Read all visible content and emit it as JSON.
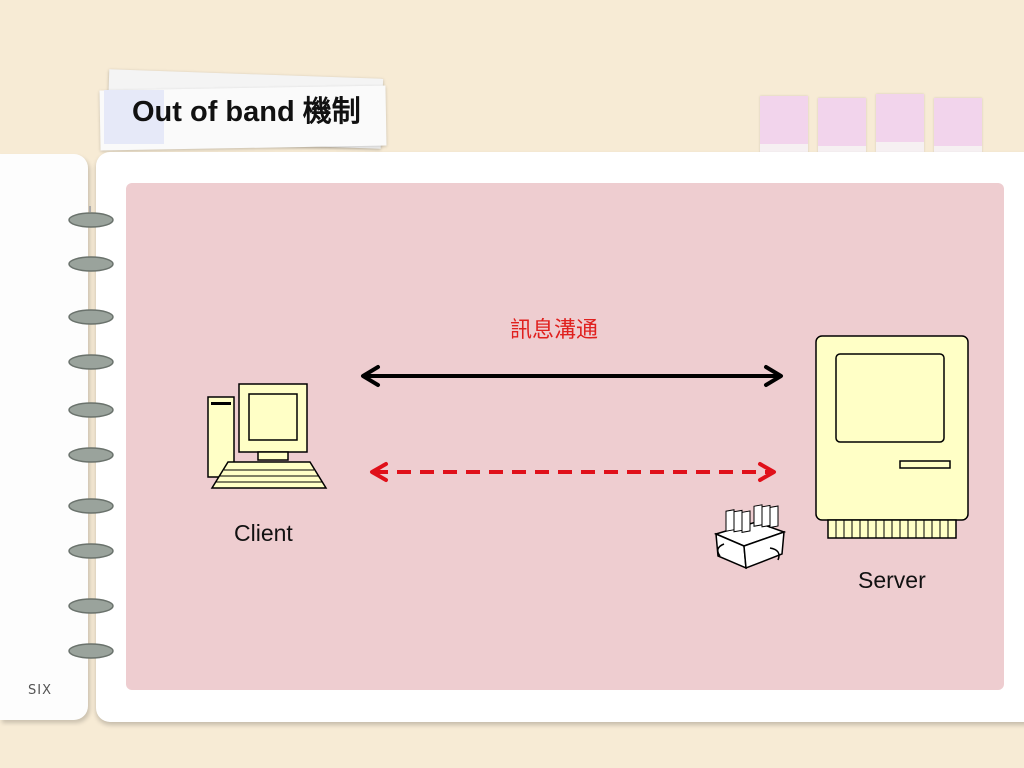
{
  "slide": {
    "title": "Out of band 機制",
    "page_tag": "SIX"
  },
  "diagram": {
    "message_label": "訊息溝通",
    "client_label": "Client",
    "server_label": "Server",
    "links": [
      {
        "from": "Client",
        "to": "Server",
        "style": "solid",
        "color": "#000000",
        "direction": "bidirectional"
      },
      {
        "from": "Client",
        "to": "Server",
        "style": "dashed",
        "color": "#e0101a",
        "direction": "bidirectional"
      }
    ]
  },
  "colors": {
    "background": "#f7ebd5",
    "content_area": "#eecdd0",
    "tab_pink": "#f2d4ec",
    "computer_fill": "#ffffc6",
    "message_label": "#e0201e"
  }
}
